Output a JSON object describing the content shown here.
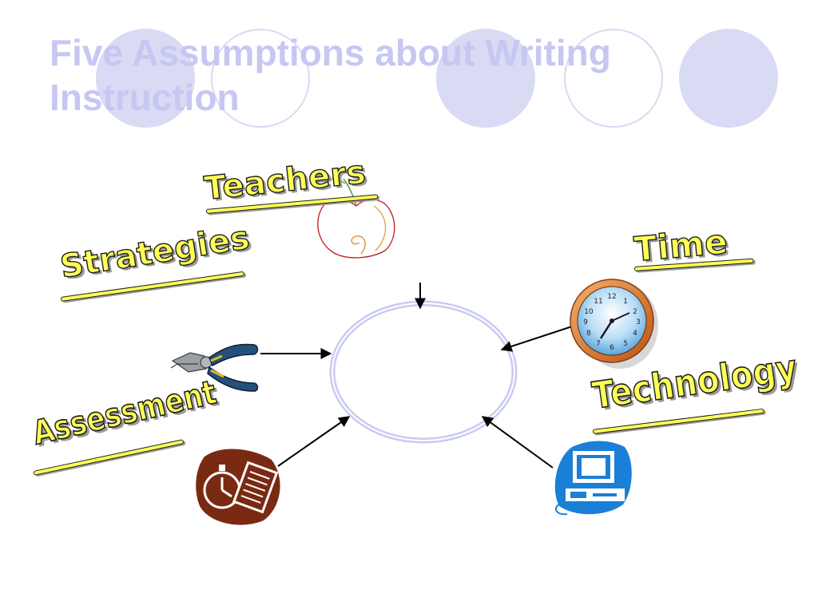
{
  "slide": {
    "title": "Five Assumptions about Writing Instruction"
  },
  "labels": {
    "teachers": "Teachers",
    "strategies": "Strategies",
    "time": "Time",
    "technology": "Technology",
    "assessment": "Assessment"
  },
  "icons": {
    "teachers": "apple-doodle-icon",
    "strategies": "pliers-icon",
    "time": "wall-clock-icon",
    "technology": "computer-icon",
    "assessment": "stopwatch-document-icon"
  },
  "colors": {
    "title": "#c6c7f2",
    "decorative_circles": "#d9daf3",
    "wordart_fill": "#ffff57",
    "center_ring": "#c9cbf2",
    "computer": "#1a7fd6",
    "assessment_icon": "#7a2a12"
  }
}
